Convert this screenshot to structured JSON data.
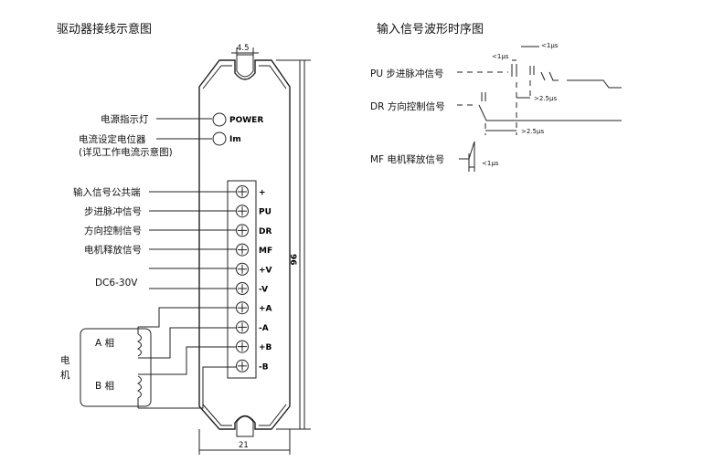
{
  "titles": {
    "wiring": "驱动器接线示意图",
    "timing": "输入信号波形时序图"
  },
  "panel": {
    "indicator_power": "POWER",
    "indicator_im": "Im",
    "dim_top": "4.5",
    "dim_bottom": "21",
    "dim_height": "96"
  },
  "left_labels": {
    "power_light": "电源指示灯",
    "current_pot_line1": "电流设定电位器",
    "current_pot_line2": "(详见工作电流示意图)",
    "input_common": "输入信号公共端",
    "step_signal": "步进脉冲信号",
    "dir_signal": "方向控制信号",
    "release_signal": "电机释放信号",
    "dc_supply": "DC6-30V",
    "phase_a": "A 相",
    "phase_b": "B 相",
    "motor_1": "电",
    "motor_2": "机"
  },
  "terminals": [
    "+",
    "PU",
    "DR",
    "MF",
    "+V",
    "-V",
    "+A",
    "-A",
    "+B",
    "-B"
  ],
  "timing": {
    "pu_label": "PU 步进脉冲信号",
    "dr_label": "DR 方向控制信号",
    "mf_label": "MF 电机释放信号",
    "t_1us_a": "<1μs",
    "t_1us_b": "<1μs",
    "t_1us_c": "<1μs",
    "t_25us_a": ">2.5μs",
    "t_25us_b": ">2.5μs"
  }
}
